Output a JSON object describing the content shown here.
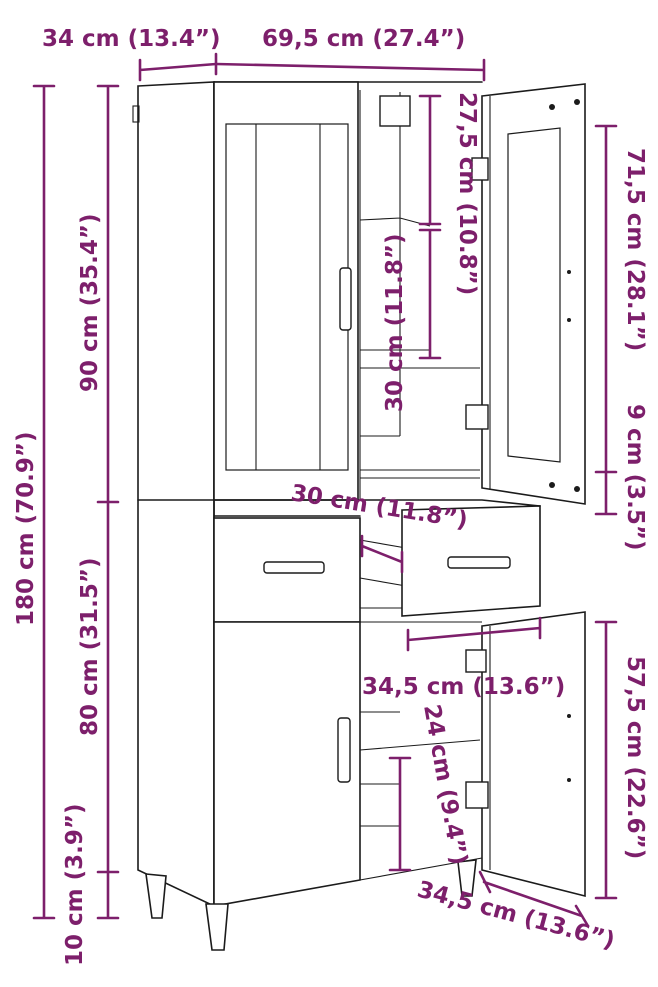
{
  "dimensions": {
    "depth_top": "34 cm (13.4”)",
    "width_top": "69,5 cm (27.4”)",
    "total_height": "180 cm (70.9”)",
    "upper_height": "90 cm (35.4”)",
    "lower_height": "80 cm (31.5”)",
    "leg_height_left": "10 cm (3.9”)",
    "upper_shelf_gap": "27,5 cm (10.8”)",
    "upper_compartment": "30 cm (11.8”)",
    "glass_door_height": "71,5 cm (28.1”)",
    "drawer_front_height": "9 cm (3.5”)",
    "drawer_depth": "30 cm (11.8”)",
    "drawer_width": "34,5 cm (13.6”)",
    "lower_door_height": "57,5 cm (22.6”)",
    "lower_compartment": "24 cm (9.4”)",
    "lower_door_width": "34,5 cm (13.6”)"
  },
  "colors": {
    "dimension": "#7d1f6b",
    "outline": "#1b1b1b",
    "background": "#ffffff"
  }
}
